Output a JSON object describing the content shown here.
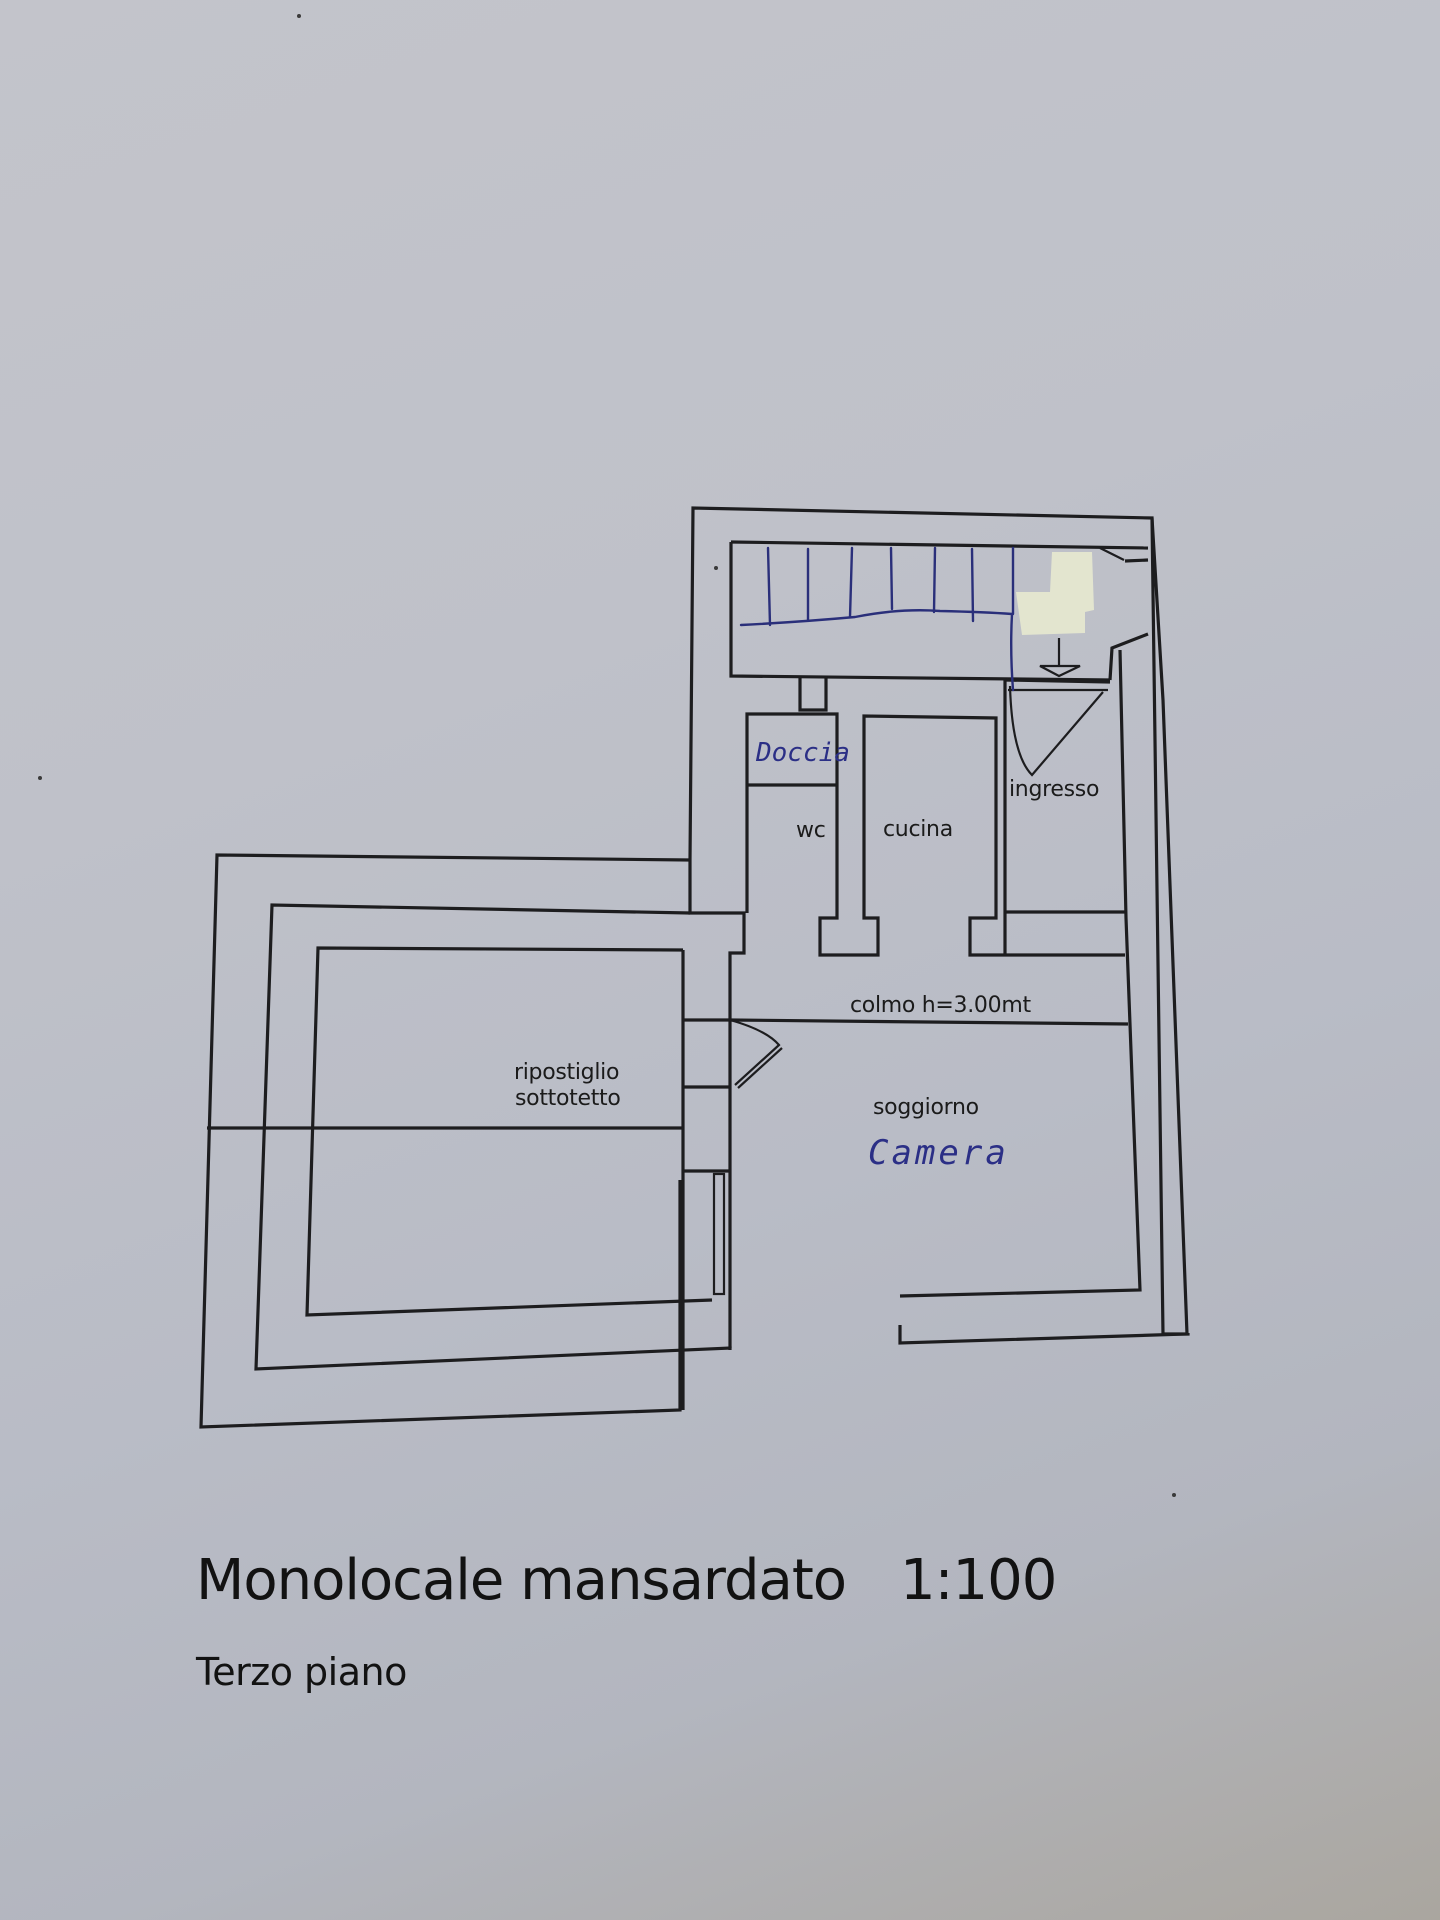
{
  "document": {
    "title": "Monolocale mansardato",
    "scale": "1:100",
    "floor": "Terzo piano"
  },
  "rooms": {
    "doccia": "Doccia",
    "wc": "wc",
    "cucina": "cucina",
    "ingresso": "ingresso",
    "ridge_height": "colmo h=3.00mt",
    "ripostiglio_line1": "ripostiglio",
    "ripostiglio_line2": "sottotetto",
    "soggiorno": "soggiorno",
    "camera": "Camera"
  },
  "annotations": {
    "handwritten": [
      "Doccia",
      "Camera"
    ],
    "handwritten_color": "#2b2f86",
    "stair_steps_drawn": 7,
    "entry_arrow": "down-arrow"
  },
  "colors": {
    "paper": "#c0c2ca",
    "ink": "#1d1d1f",
    "pen": "#2a2f7a",
    "tape": "#e3e5cf"
  }
}
